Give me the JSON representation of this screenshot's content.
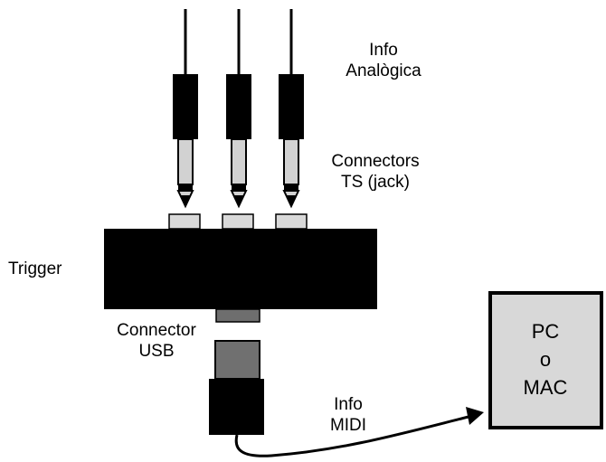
{
  "labels": {
    "analog_info": [
      "Info",
      "Analògica"
    ],
    "ts_connectors": [
      "Connectors",
      "TS (jack)"
    ],
    "trigger": "Trigger",
    "usb_connector": [
      "Connector",
      "USB"
    ],
    "midi_info": [
      "Info",
      "MIDI"
    ]
  },
  "computer": {
    "lines": [
      "PC",
      "o",
      "MAC"
    ]
  },
  "colors": {
    "black": "#000000",
    "plug_silver": "#d2d2d2",
    "port_light": "#d9d9d9",
    "usb_port_dark": "#6e6e6e",
    "usb_metal": "#707070",
    "computer_fill": "#d8d8d8"
  }
}
